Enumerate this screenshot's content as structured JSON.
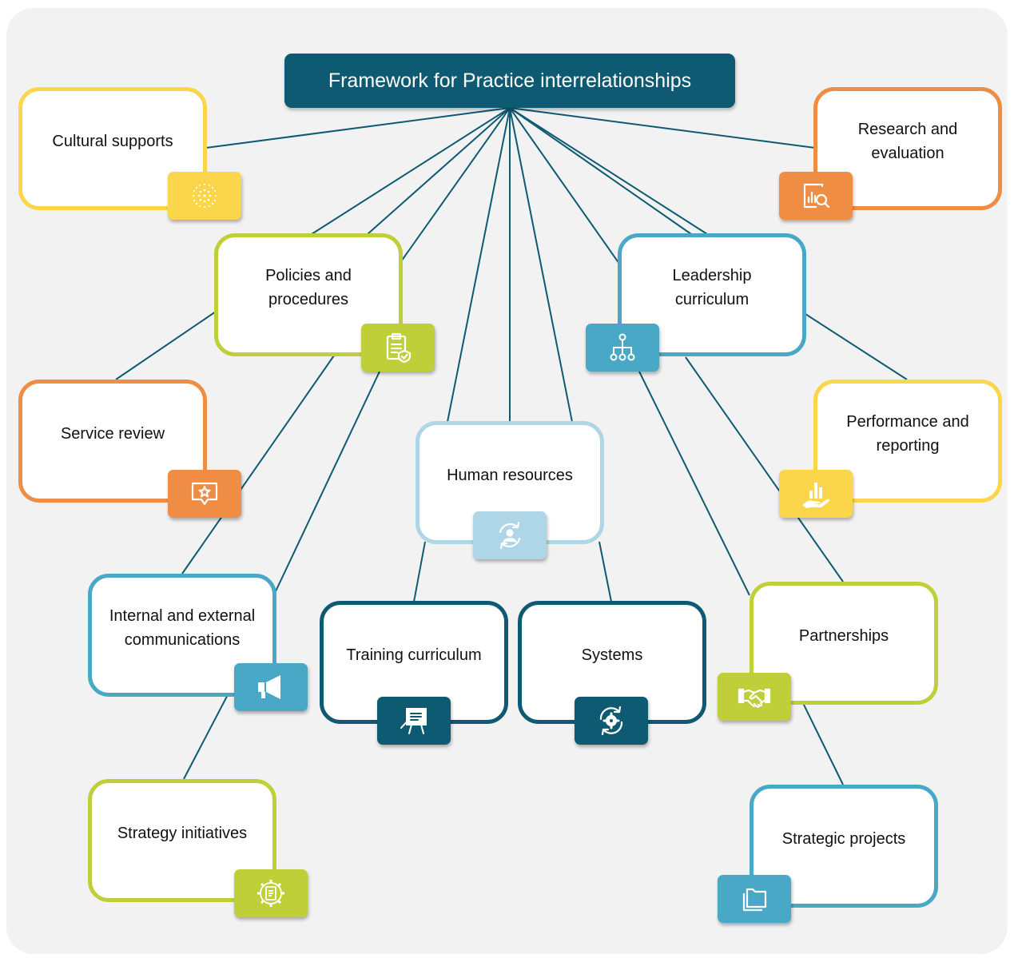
{
  "title": "Framework for Practice interrelationships",
  "nodes": {
    "cultural_supports": "Cultural supports",
    "research_and_evaluation": "Research and evaluation",
    "policies_and_procedures": "Policies and procedures",
    "leadership_curriculum": "Leadership curriculum",
    "service_review": "Service review",
    "performance_and_reporting": "Performance and reporting",
    "human_resources": "Human resources",
    "internal_and_external_communications": "Internal and external communications",
    "training_curriculum": "Training curriculum",
    "systems": "Systems",
    "partnerships": "Partnerships",
    "strategy_initiatives": "Strategy initiatives",
    "strategic_projects": "Strategic projects"
  },
  "colors": {
    "background": "#f2f2f2",
    "title_fill": "#0e5a72",
    "yellow": "#fbd54a",
    "orange": "#ef8d45",
    "lime": "#bfcf3a",
    "blue": "#4aa8c7",
    "navy": "#0e5a72",
    "light_blue": "#aed6e6",
    "connector": "#0e5a72"
  },
  "icons": {
    "cultural_supports": "dot-pattern-icon",
    "research_and_evaluation": "chart-magnifier-icon",
    "policies_and_procedures": "clipboard-shield-icon",
    "leadership_curriculum": "hierarchy-icon",
    "service_review": "speech-bubble-star-icon",
    "performance_and_reporting": "hand-chart-icon",
    "human_resources": "person-cycle-icon",
    "internal_and_external_communications": "megaphone-icon",
    "training_curriculum": "presentation-board-icon",
    "systems": "gear-cycle-icon",
    "partnerships": "handshake-icon",
    "strategy_initiatives": "gear-document-icon",
    "strategic_projects": "folders-icon"
  }
}
